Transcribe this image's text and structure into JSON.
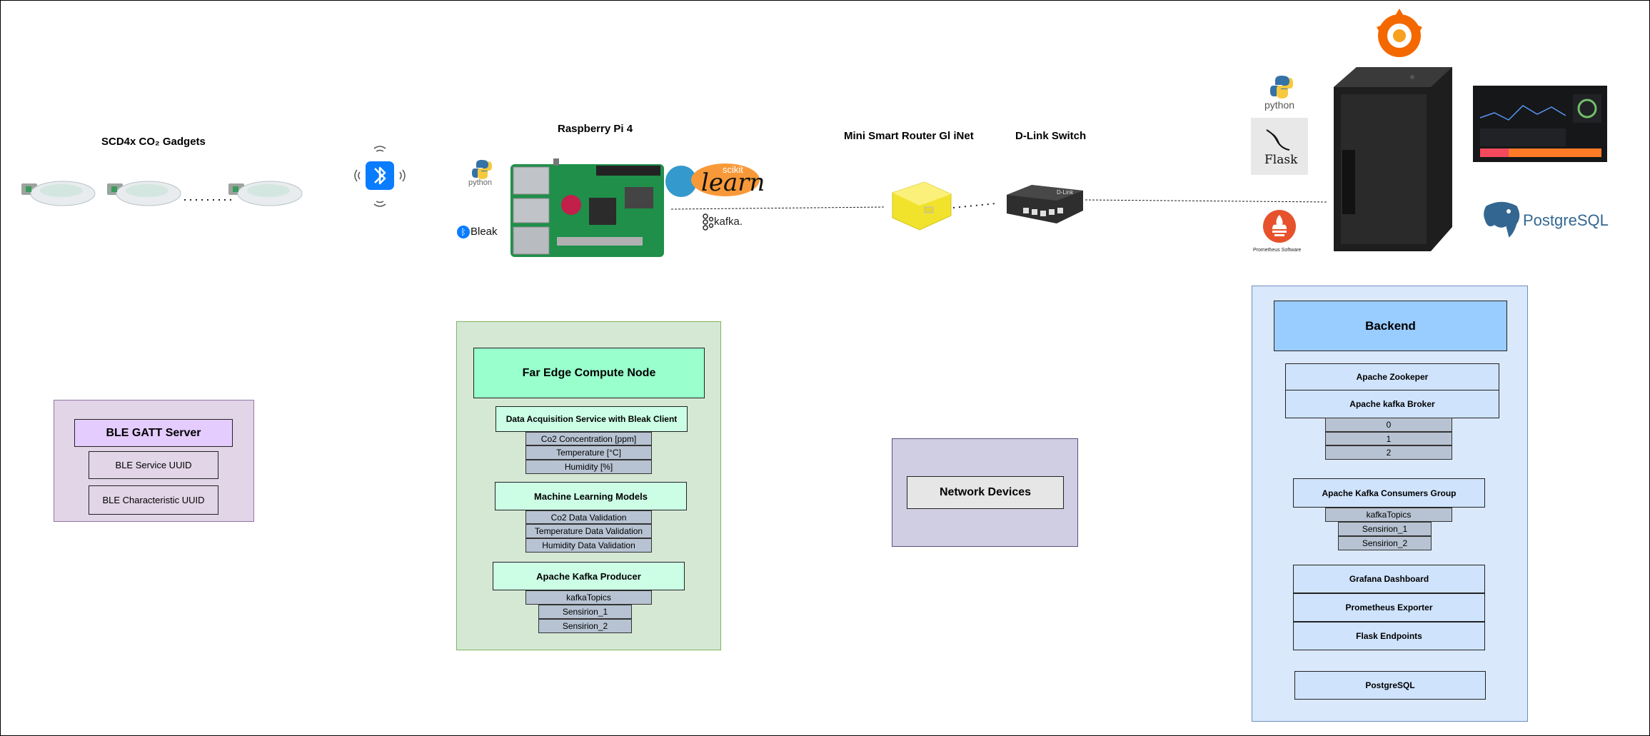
{
  "labels": {
    "gadgets": "SCD4x CO₂ Gadgets",
    "rpi": "Raspberry Pi 4",
    "router": "Mini Smart Router Gl iNet",
    "switch": "D-Link Switch"
  },
  "logos": {
    "python_small": "python",
    "bleak": "Bleak",
    "scikit": "scikit",
    "learn": "learn",
    "kafka": "kafka.",
    "python_server": "python",
    "flask": "Flask",
    "prometheus": "Prometheus Software",
    "postgres": "PostgreSQL",
    "dlink": "D-Link"
  },
  "ble_gatt": {
    "title": "BLE GATT Server",
    "items": [
      "BLE Service UUID",
      "BLE Characteristic UUID"
    ]
  },
  "edge": {
    "title": "Far Edge Compute Node",
    "acquisition": "Data Acquisition Service with Bleak Client",
    "acquisition_items": [
      "Co2 Concentration [ppm]",
      "Temperature [°C]",
      "Humidity [%]"
    ],
    "ml": "Machine Learning Models",
    "ml_items": [
      "Co2 Data Validation",
      "Temperature Data Validation",
      "Humidity Data Validation"
    ],
    "producer": "Apache Kafka Producer",
    "topics_label": "kafkaTopics",
    "topics": [
      "Sensirion_1",
      "Sensirion_2"
    ]
  },
  "network": {
    "title": "Network Devices"
  },
  "backend": {
    "title": "Backend",
    "zookeeper": "Apache Zookeper",
    "broker": "Apache  kafka Broker",
    "partitions": [
      "0",
      "1",
      "2"
    ],
    "consumers": "Apache Kafka Consumers Group",
    "topics_label": "kafkaTopics",
    "topics": [
      "Sensirion_1",
      "Sensirion_2"
    ],
    "grafana": "Grafana  Dashboard",
    "prometheus": "Prometheus Exporter",
    "flask": "Flask Endpoints",
    "postgres": "PostgreSQL"
  },
  "colors": {
    "ble_bg": "#e1d5e7",
    "ble_border": "#9673a6",
    "ble_title": "#e5ccff",
    "edge_bg": "#d5e8d4",
    "edge_border": "#82b366",
    "edge_title": "#99ffcc",
    "net_bg": "#d0cee2",
    "net_border": "#56517e",
    "net_title": "#e6e6e6",
    "backend_bg": "#dae8fc",
    "backend_border": "#6c8ebf",
    "backend_title": "#99ccff",
    "bluetooth": "#0a7cff"
  }
}
